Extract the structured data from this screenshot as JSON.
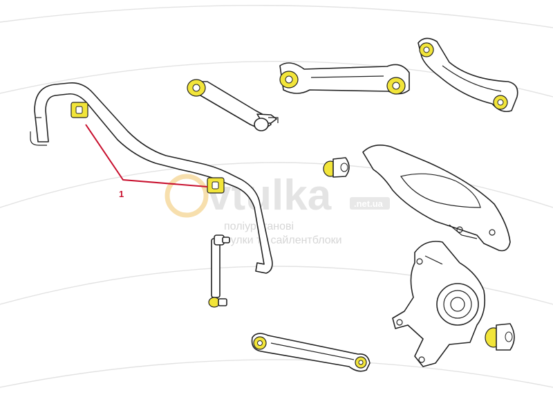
{
  "watermark": {
    "brand": "vtulka",
    "tld": ".net.ua",
    "tagline_line1": "поліуретанові",
    "tagline_line2": "втулки та сайлентблоки"
  },
  "callout": {
    "number": "1",
    "color": "#c8102e"
  },
  "colors": {
    "bushing": "#f2e53a",
    "outline": "#222222",
    "watermark": "#e4e4e4",
    "accent_badge": "#f0b64a"
  }
}
